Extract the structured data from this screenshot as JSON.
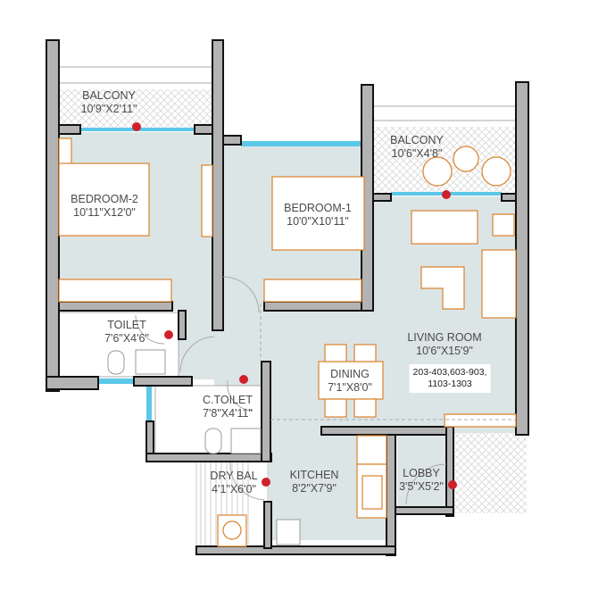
{
  "rooms": {
    "balcony_2": {
      "name": "BALCONY",
      "size": "10'9\"X2'11\""
    },
    "bedroom_2": {
      "name": "BEDROOM-2",
      "size": "10'11\"X12'0\""
    },
    "bedroom_1": {
      "name": "BEDROOM-1",
      "size": "10'0\"X10'11\""
    },
    "balcony_1": {
      "name": "BALCONY",
      "size": "10'6\"X4'8\""
    },
    "living": {
      "name": "LIVING ROOM",
      "size": "10'6\"X15'9\""
    },
    "dining": {
      "name": "DINING",
      "size": "7'1\"X8'0\""
    },
    "toilet": {
      "name": "TOILET",
      "size": "7'6\"X4'6\""
    },
    "c_toilet": {
      "name": "C.TOILET",
      "size": "7'8\"X4'11\""
    },
    "dry_bal": {
      "name": "DRY BAL",
      "size": "4'1\"X6'0\""
    },
    "kitchen": {
      "name": "KITCHEN",
      "size": "8'2\"X7'9\""
    },
    "lobby": {
      "name": "LOBBY",
      "size": "3'5\"X5'2\""
    }
  },
  "unit_note": {
    "line1": "203-403,603-903,",
    "line2": "1103-1303"
  },
  "colors": {
    "floor": "#dce5e6",
    "wall": "#b3b3b3",
    "furniture": "#d9822b",
    "window": "#5bc8e8",
    "marker": "#d0202a"
  }
}
